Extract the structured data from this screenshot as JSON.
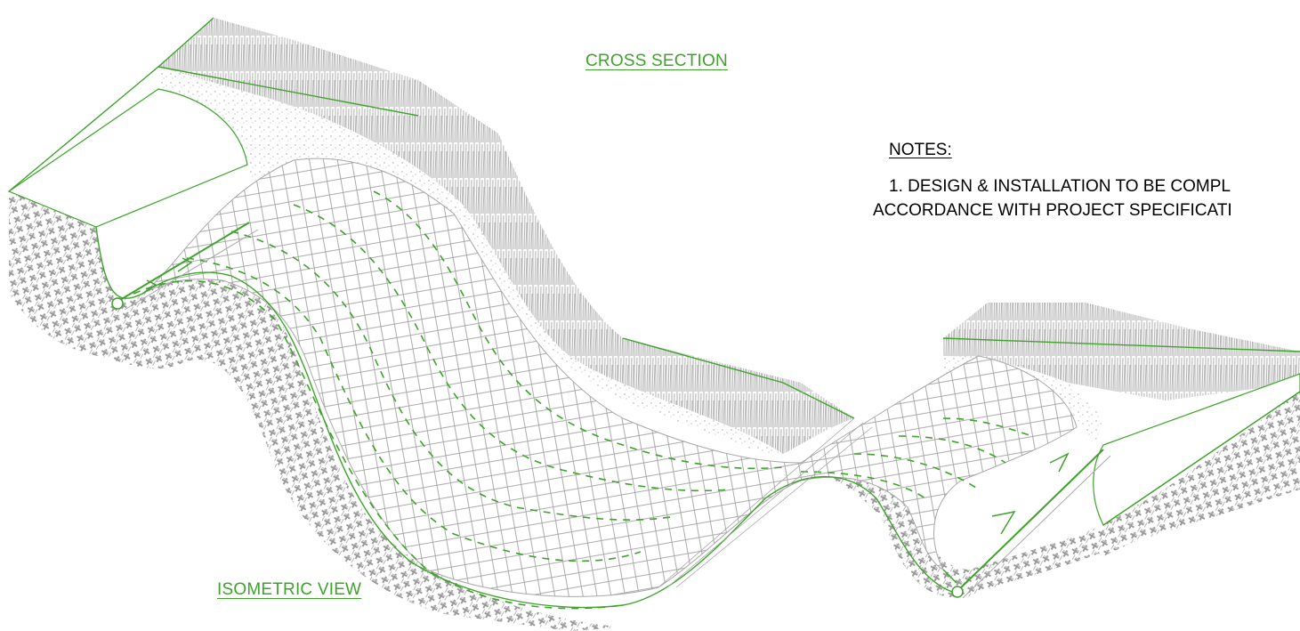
{
  "labels": {
    "cross_section": "CROSS SECTION",
    "isometric_view": "ISOMETRIC VIEW"
  },
  "notes": {
    "heading": "NOTES:",
    "line1": "1.   DESIGN & INSTALLATION TO BE COMPL",
    "line2": "ACCORDANCE WITH PROJECT SPECIFICATI"
  },
  "colors": {
    "accent_green": "#3da32a",
    "linework_gray": "#a8a8a8",
    "text_black": "#000000"
  }
}
